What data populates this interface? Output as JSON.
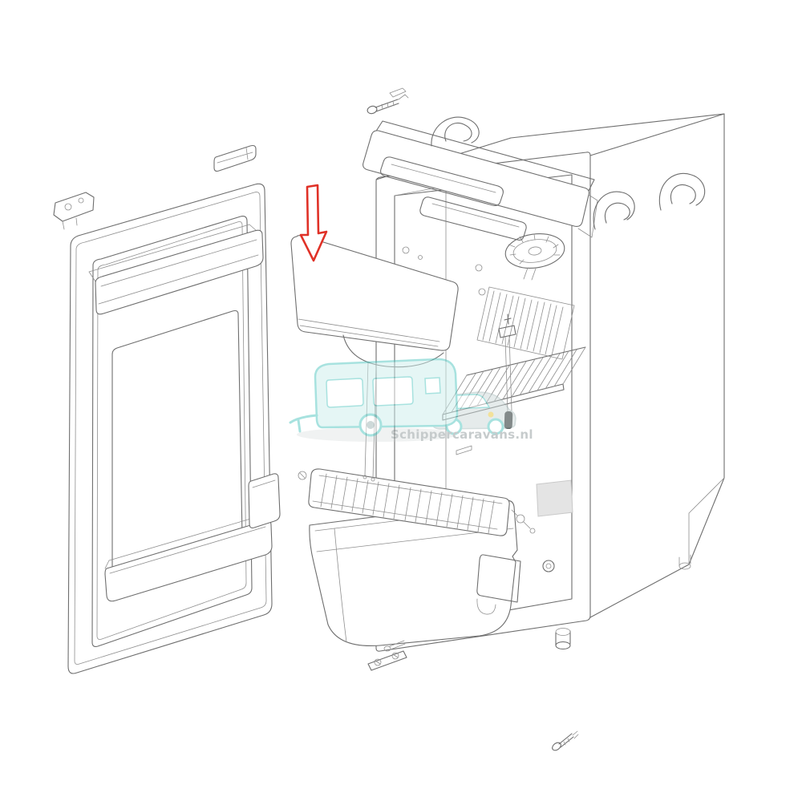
{
  "page": {
    "type": "exploded-parts-diagram",
    "background": "#ffffff"
  },
  "watermark": {
    "text": "Schippercaravans.nl"
  },
  "colors": {
    "background": "#ffffff",
    "line": "#6e6e6e",
    "line_light": "#8f8f8f",
    "arrow": "#e03127",
    "dark_part": "#3a3a3a",
    "label_fill": "#e4e4e4",
    "watermark_teal": "#52c6c0",
    "watermark_fill": "#cdeeec",
    "watermark_text": "#8e999b",
    "accent_yellow": "#e7c437"
  },
  "parts": [
    "fridge-door",
    "door-top-shelf",
    "door-bottom-bin",
    "door-side-pocket",
    "door-hinge-bracket",
    "door-trim-clip",
    "evaporator-cover-panel",
    "indicator-arrow",
    "cabinet-body",
    "vent-control-panel",
    "mounting-screw",
    "power-cord-loop",
    "cooling-fins",
    "wire-shelf",
    "ice-maker-knob",
    "thermostat-probe",
    "rating-label",
    "leveling-foot",
    "grid-shelf",
    "drip-tray",
    "mounting-bracket",
    "fixing-screw"
  ]
}
